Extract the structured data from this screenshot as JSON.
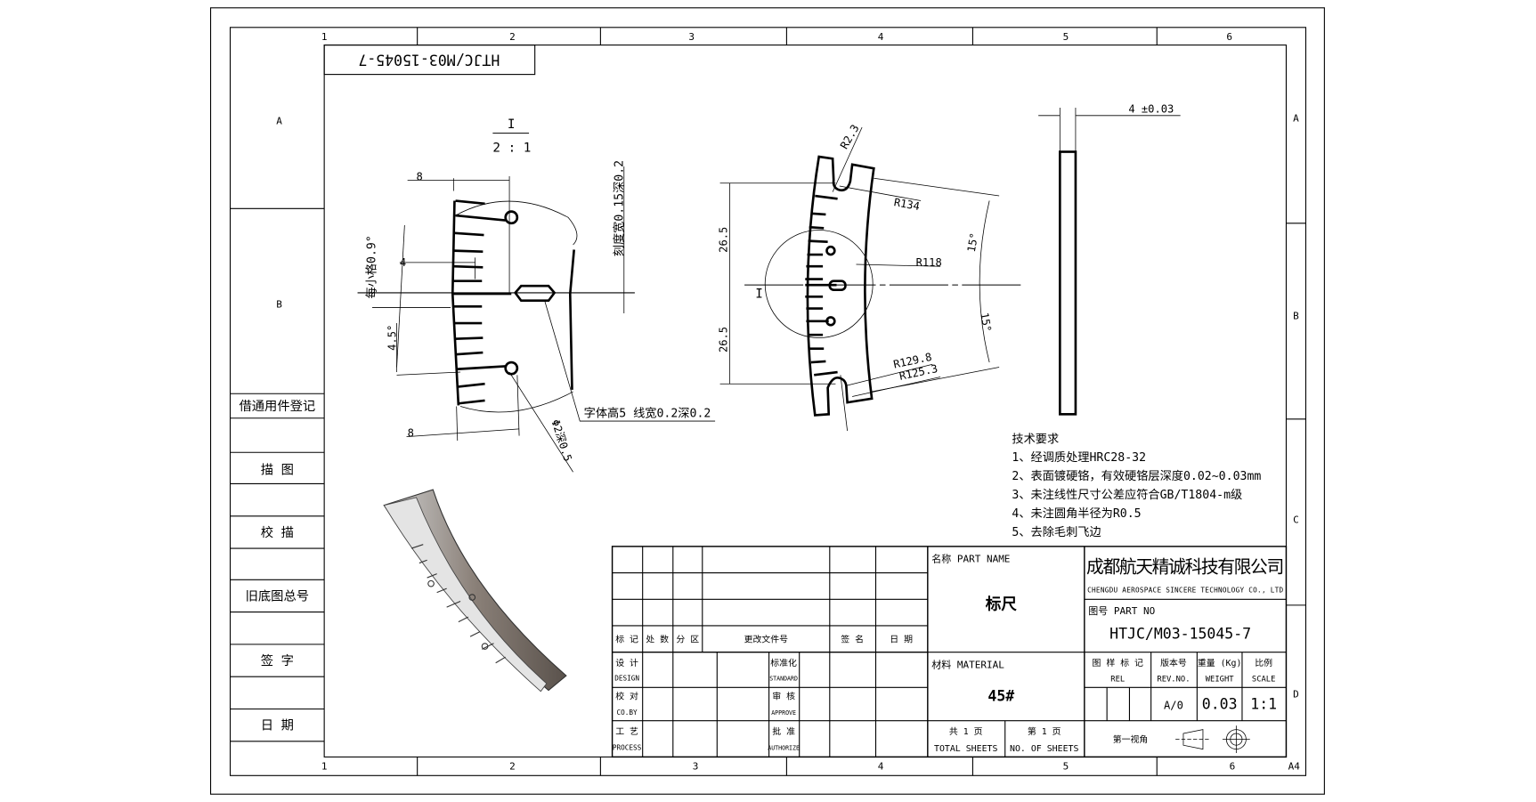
{
  "drawing_number_rotated": "HTJC/M03-15045-7",
  "zones": {
    "columns": [
      "1",
      "2",
      "3",
      "4",
      "5",
      "6"
    ],
    "rows": [
      "A",
      "B",
      "C",
      "D"
    ],
    "sheet_size": "A4"
  },
  "left_column": {
    "labels": [
      "借通用件登记",
      "描 图",
      "校 描",
      "旧底图总号",
      "签 字",
      "日 期"
    ]
  },
  "detail_view": {
    "label": "I",
    "scale": "2 : 1",
    "dims": {
      "width_top": "8",
      "width_bottom": "8",
      "tick_len": "4",
      "tick_angle": "每小格0.9°",
      "angle": "4.5°",
      "scale_depth": "刻度宽0.15深0.2",
      "font_note": "字体高5 线宽0.2深0.2",
      "hole": "Φ2深0.5"
    }
  },
  "front_view": {
    "dims": {
      "upper": "26.5",
      "lower": "26.5",
      "r_slot": "R2.3",
      "r_outer": "R134",
      "r_inner": "R118",
      "r1": "R129.8",
      "r2": "R125.3",
      "angle_up": "15°",
      "angle_down": "15°",
      "detail_mark": "I"
    }
  },
  "side_view": {
    "thickness": "4 ±0.03"
  },
  "tech_requirements": {
    "title": "技术要求",
    "items": [
      "1、经调质处理HRC28-32",
      "2、表面镀硬铬，有效硬铬层深度0.02~0.03mm",
      "3、未注线性尺寸公差应符合GB/T1804-m级",
      "4、未注圆角半径为R0.5",
      "5、去除毛刺飞边"
    ]
  },
  "title_block": {
    "revision_headers": [
      "标 记",
      "处 数",
      "分 区",
      "更改文件号",
      "签 名",
      "日 期"
    ],
    "roles": [
      {
        "cn": "设 计",
        "en": "DESIGN"
      },
      {
        "cn": "校 对",
        "en": "CO.BY"
      },
      {
        "cn": "工 艺",
        "en": "PROCESS"
      }
    ],
    "approvals": [
      {
        "cn": "标准化",
        "en": "STANDARD"
      },
      {
        "cn": "审 核",
        "en": "APPROVE"
      },
      {
        "cn": "批 准",
        "en": "AUTHORIZE"
      }
    ],
    "part_name_label": "名称  PART NAME",
    "part_name": "标尺",
    "material_label": "材料  MATERIAL",
    "material": "45#",
    "total_sheets_cn": "共 1 页",
    "total_sheets_en": "TOTAL SHEETS",
    "sheet_no_cn": "第 1 页",
    "sheet_no_en": "NO. OF SHEETS",
    "company_cn": "成都航天精诚科技有限公司",
    "company_en": "CHENGDU AEROSPACE SINCERE TECHNOLOGY CO., LTD",
    "part_no_label": "图号  PART NO",
    "part_no": "HTJC/M03-15045-7",
    "rel_cn": "图 样 标 记",
    "rel_en": "REL",
    "rev_cn": "版本号",
    "rev_en": "REV.NO.",
    "weight_cn": "重量 (Kg)",
    "weight_en": "WEIGHT",
    "scale_cn": "比例",
    "scale_en": "SCALE",
    "rev_value": "A/0",
    "weight_value": "0.03",
    "scale_value": "1:1",
    "projection": "第一视角"
  }
}
